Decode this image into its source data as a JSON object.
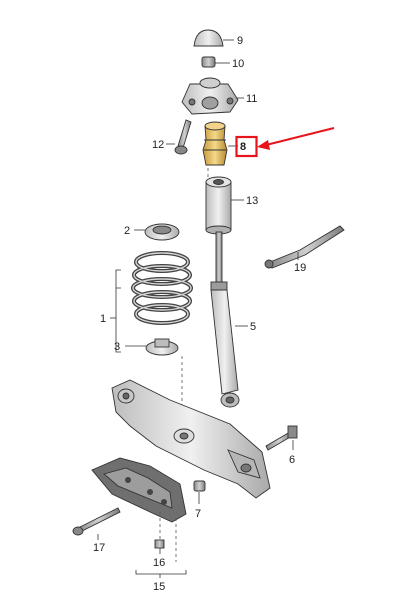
{
  "diagram": {
    "callouts": {
      "c1": "1",
      "c2": "2",
      "c3": "3",
      "c5": "5",
      "c6": "6",
      "c7": "7",
      "c8": "8",
      "c9": "9",
      "c10": "10",
      "c11": "11",
      "c12": "12",
      "c13": "13",
      "c15": "15",
      "c16": "16",
      "c17": "17",
      "c19": "19"
    },
    "highlight": {
      "callout": "8",
      "color": "#e8141c"
    },
    "colors": {
      "bump_stop": "#e8c66a",
      "metal": "#d9d9d9",
      "accent": "#e8141c"
    }
  }
}
